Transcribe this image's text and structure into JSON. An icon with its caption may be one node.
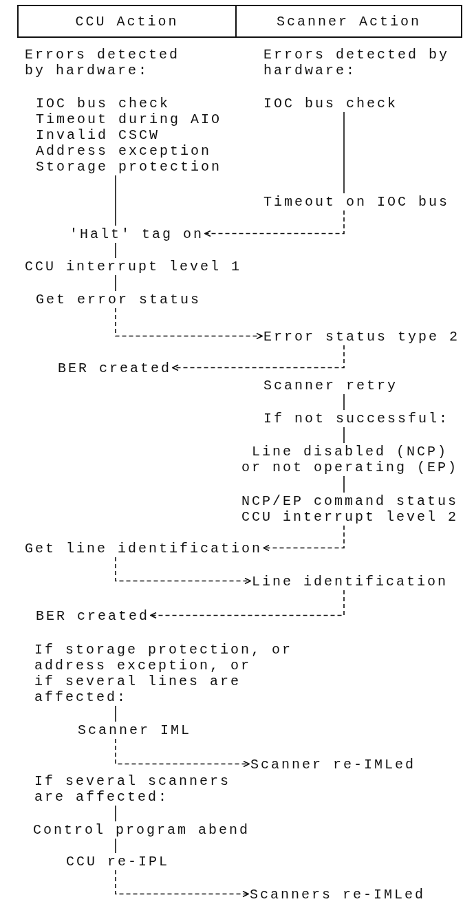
{
  "diagram": {
    "nodes": [
      {
        "text": [
          "CCU Action"
        ]
      },
      {
        "text": [
          "Scanner Action"
        ]
      },
      {
        "text": [
          "IOC bus check",
          "Timeout during AIO",
          "Invalid CSCW",
          "Address exception",
          "Storage protection"
        ]
      },
      {
        "text": [
          "IOC bus check"
        ]
      },
      {
        "text": [
          "Timeout on IOC bus"
        ]
      },
      {
        "text": [
          "'Halt' tag on"
        ]
      },
      {
        "text": [
          "CCU interrupt level 1"
        ]
      },
      {
        "text": [
          "Get error status"
        ]
      },
      {
        "text": [
          "Error status type 2"
        ]
      },
      {
        "text": [
          "BER created"
        ]
      },
      {
        "text": [
          "Scanner retry"
        ]
      },
      {
        "text": [
          "If not successful:"
        ]
      },
      {
        "text": [
          "Line disabled (NCP) or not operating (EP)"
        ]
      },
      {
        "text": [
          "NCP/EP command status",
          "CCU interrupt level 2"
        ]
      },
      {
        "text": [
          "Get line identification"
        ]
      },
      {
        "text": [
          "Line identification"
        ]
      },
      {
        "text": [
          "BER created"
        ]
      },
      {
        "text": [
          "If storage protection, or address exception, or if several lines are affected:"
        ]
      },
      {
        "text": [
          "Scanner IML"
        ]
      },
      {
        "text": [
          "Scanner re-IMLed"
        ]
      },
      {
        "text": [
          "If several scanners are affected:"
        ]
      },
      {
        "text": [
          "Control program abend"
        ]
      },
      {
        "text": [
          "CCU re-IPL"
        ]
      },
      {
        "text": [
          "Scanners re-IMLed"
        ]
      }
    ],
    "edges": [
      {
        "from": 2,
        "to": 5,
        "arrow": "none"
      },
      {
        "from": 3,
        "to": 4,
        "arrow": "none"
      },
      {
        "from": 4,
        "to": 5,
        "arrow": "to",
        "style": "dashed"
      },
      {
        "from": 5,
        "to": 6,
        "arrow": "none"
      },
      {
        "from": 6,
        "to": 7,
        "arrow": "none"
      },
      {
        "from": 7,
        "to": 8,
        "arrow": "to",
        "style": "dashed"
      },
      {
        "from": 8,
        "to": 9,
        "arrow": "to",
        "style": "dashed"
      },
      {
        "from": 10,
        "to": 11,
        "arrow": "none"
      },
      {
        "from": 11,
        "to": 12,
        "arrow": "none"
      },
      {
        "from": 12,
        "to": 13,
        "arrow": "none"
      },
      {
        "from": 13,
        "to": 14,
        "arrow": "to",
        "style": "dashed"
      },
      {
        "from": 14,
        "to": 15,
        "arrow": "to",
        "style": "dashed"
      },
      {
        "from": 15,
        "to": 16,
        "arrow": "to",
        "style": "dashed"
      },
      {
        "from": 17,
        "to": 18,
        "arrow": "none"
      },
      {
        "from": 18,
        "to": 19,
        "arrow": "to",
        "style": "dashed"
      },
      {
        "from": 20,
        "to": 21,
        "arrow": "none"
      },
      {
        "from": 21,
        "to": 22,
        "arrow": "none"
      },
      {
        "from": 22,
        "to": 23,
        "arrow": "to",
        "style": "dashed"
      }
    ],
    "labels": [
      "Errors detected by hardware:",
      "Errors detected by hardware:"
    ]
  }
}
